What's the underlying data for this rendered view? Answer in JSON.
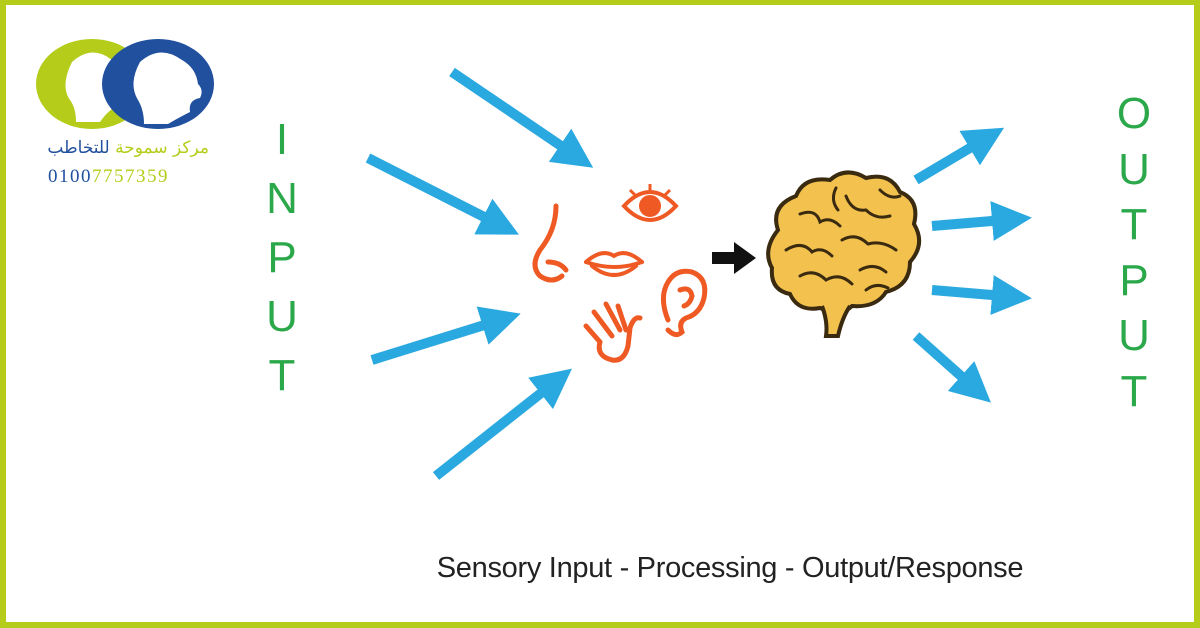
{
  "logo": {
    "name_green": "مركز سموحة",
    "name_blue": "للتخاطب",
    "phone_blue": "0100",
    "phone_green": "7757359"
  },
  "input_word": [
    "I",
    "N",
    "P",
    "U",
    "T"
  ],
  "output_word": [
    "O",
    "U",
    "T",
    "P",
    "U",
    "T"
  ],
  "caption": "Sensory Input - Processing - Output/Response",
  "colors": {
    "border": "#b5cd1a",
    "arrow": "#2aa8e0",
    "letters": "#2aa84a",
    "senses": "#ef5a24",
    "brain": "#f2c14e",
    "logo_blue": "#21509e",
    "logo_green": "#b5cd1a"
  }
}
